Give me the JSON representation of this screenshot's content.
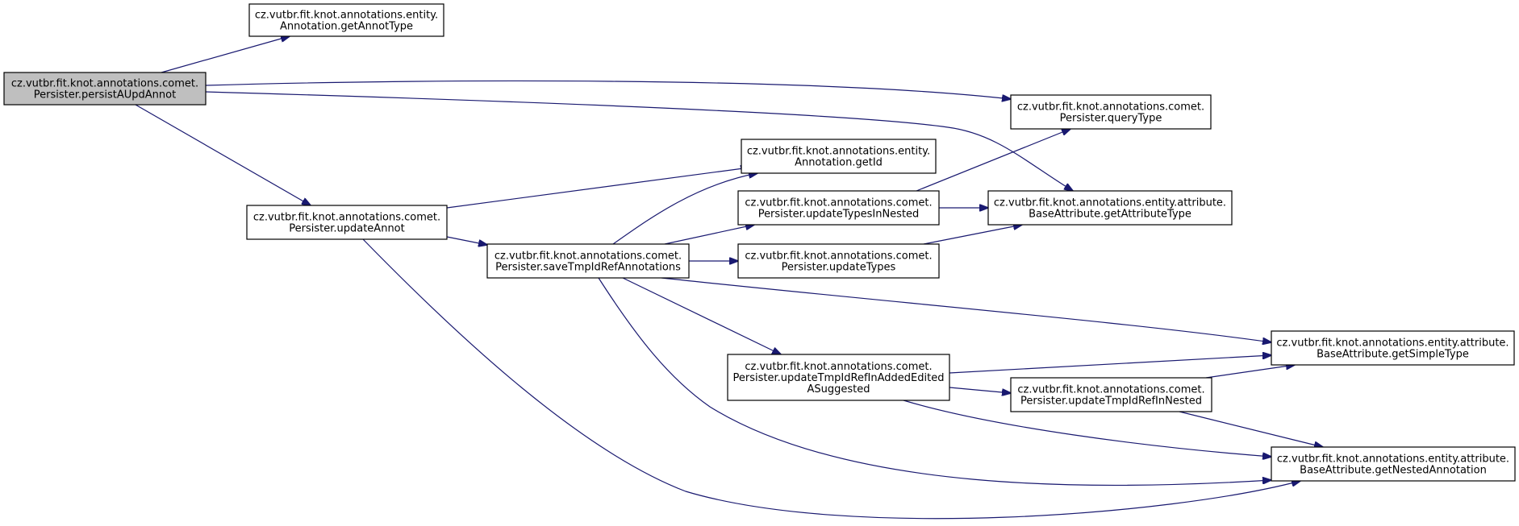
{
  "diagram": {
    "type": "call-graph",
    "colors": {
      "root_fill": "#bfbfbf",
      "node_fill": "#ffffff",
      "node_stroke": "#000000",
      "edge": "#191970"
    },
    "nodes": {
      "persistAUpdAnnot": {
        "lines": [
          "cz.vutbr.fit.knot.annotations.comet.",
          "Persister.persistAUpdAnnot"
        ]
      },
      "getAnnotType": {
        "lines": [
          "cz.vutbr.fit.knot.annotations.entity.",
          "Annotation.getAnnotType"
        ]
      },
      "queryType": {
        "lines": [
          "cz.vutbr.fit.knot.annotations.comet.",
          "Persister.queryType"
        ]
      },
      "getId": {
        "lines": [
          "cz.vutbr.fit.knot.annotations.entity.",
          "Annotation.getId"
        ]
      },
      "updateAnnot": {
        "lines": [
          "cz.vutbr.fit.knot.annotations.comet.",
          "Persister.updateAnnot"
        ]
      },
      "updateTypesInNested": {
        "lines": [
          "cz.vutbr.fit.knot.annotations.comet.",
          "Persister.updateTypesInNested"
        ]
      },
      "getAttributeType": {
        "lines": [
          "cz.vutbr.fit.knot.annotations.entity.attribute.",
          "BaseAttribute.getAttributeType"
        ]
      },
      "saveTmpIdRefAnnotations": {
        "lines": [
          "cz.vutbr.fit.knot.annotations.comet.",
          "Persister.saveTmpIdRefAnnotations"
        ]
      },
      "updateTypes": {
        "lines": [
          "cz.vutbr.fit.knot.annotations.comet.",
          "Persister.updateTypes"
        ]
      },
      "getSimpleType": {
        "lines": [
          "cz.vutbr.fit.knot.annotations.entity.attribute.",
          "BaseAttribute.getSimpleType"
        ]
      },
      "updateTmpIdRefInAddedEditedASuggested": {
        "lines": [
          "cz.vutbr.fit.knot.annotations.comet.",
          "Persister.updateTmpIdRefInAddedEdited",
          "ASuggested"
        ]
      },
      "updateTmpIdRefInNested": {
        "lines": [
          "cz.vutbr.fit.knot.annotations.comet.",
          "Persister.updateTmpIdRefInNested"
        ]
      },
      "getNestedAnnotation": {
        "lines": [
          "cz.vutbr.fit.knot.annotations.entity.attribute.",
          "BaseAttribute.getNestedAnnotation"
        ]
      }
    },
    "edges": [
      {
        "from": "persistAUpdAnnot",
        "to": "getAnnotType"
      },
      {
        "from": "persistAUpdAnnot",
        "to": "queryType"
      },
      {
        "from": "persistAUpdAnnot",
        "to": "getAttributeType"
      },
      {
        "from": "persistAUpdAnnot",
        "to": "updateAnnot"
      },
      {
        "from": "updateAnnot",
        "to": "getId"
      },
      {
        "from": "updateAnnot",
        "to": "saveTmpIdRefAnnotations"
      },
      {
        "from": "updateAnnot",
        "to": "getNestedAnnotation"
      },
      {
        "from": "saveTmpIdRefAnnotations",
        "to": "getId"
      },
      {
        "from": "saveTmpIdRefAnnotations",
        "to": "updateTypesInNested"
      },
      {
        "from": "saveTmpIdRefAnnotations",
        "to": "updateTypes"
      },
      {
        "from": "saveTmpIdRefAnnotations",
        "to": "getSimpleType"
      },
      {
        "from": "saveTmpIdRefAnnotations",
        "to": "updateTmpIdRefInAddedEditedASuggested"
      },
      {
        "from": "saveTmpIdRefAnnotations",
        "to": "getNestedAnnotation"
      },
      {
        "from": "updateTypesInNested",
        "to": "queryType"
      },
      {
        "from": "updateTypesInNested",
        "to": "getAttributeType"
      },
      {
        "from": "updateTypes",
        "to": "getAttributeType"
      },
      {
        "from": "updateTmpIdRefInAddedEditedASuggested",
        "to": "getSimpleType"
      },
      {
        "from": "updateTmpIdRefInAddedEditedASuggested",
        "to": "updateTmpIdRefInNested"
      },
      {
        "from": "updateTmpIdRefInAddedEditedASuggested",
        "to": "getNestedAnnotation"
      },
      {
        "from": "updateTmpIdRefInNested",
        "to": "getSimpleType"
      },
      {
        "from": "updateTmpIdRefInNested",
        "to": "getNestedAnnotation"
      }
    ]
  }
}
